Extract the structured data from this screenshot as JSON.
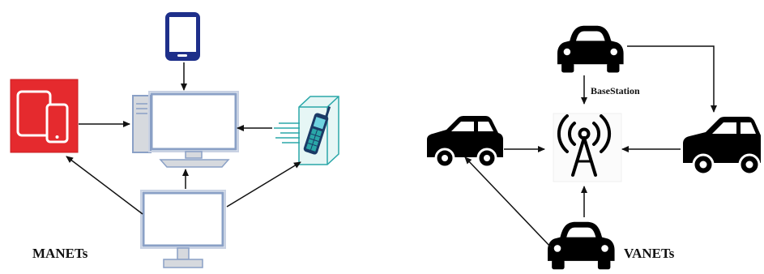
{
  "manet": {
    "label": "MANETs",
    "nodes": [
      {
        "name": "phone-icon"
      },
      {
        "name": "tablet-icon"
      },
      {
        "name": "desktop-computer-icon"
      },
      {
        "name": "cellphone-booth-icon"
      },
      {
        "name": "monitor-icon"
      }
    ]
  },
  "vanet": {
    "label": "VANETs",
    "base_station_label": "BaseStation",
    "nodes": [
      {
        "name": "car-top-icon"
      },
      {
        "name": "car-left-icon"
      },
      {
        "name": "car-right-icon"
      },
      {
        "name": "car-bottom-icon"
      },
      {
        "name": "antenna-tower-icon"
      }
    ]
  },
  "colors": {
    "phone_blue": "#1e2f8a",
    "tablet_red": "#e52a2e",
    "computer_outline": "#8aa0c6",
    "computer_fill": "#d6d9de",
    "booth_teal": "#2aa7a8",
    "arrow": "#111111"
  }
}
